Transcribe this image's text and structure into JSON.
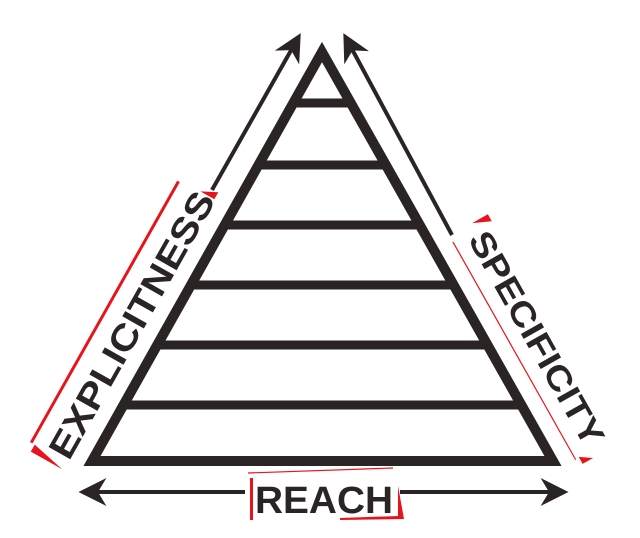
{
  "diagram": {
    "type": "pyramid",
    "levels": 7,
    "colors": {
      "stroke": "#2a2524",
      "accent": "#e8141b",
      "background": "#ffffff"
    },
    "labels": {
      "left": "EXPLICITNESS",
      "right": "SPECIFICITY",
      "bottom": "REACH"
    },
    "arrows": {
      "left": "up-right along left edge",
      "right": "up-left along right edge",
      "bottom": "double-headed horizontal"
    }
  }
}
